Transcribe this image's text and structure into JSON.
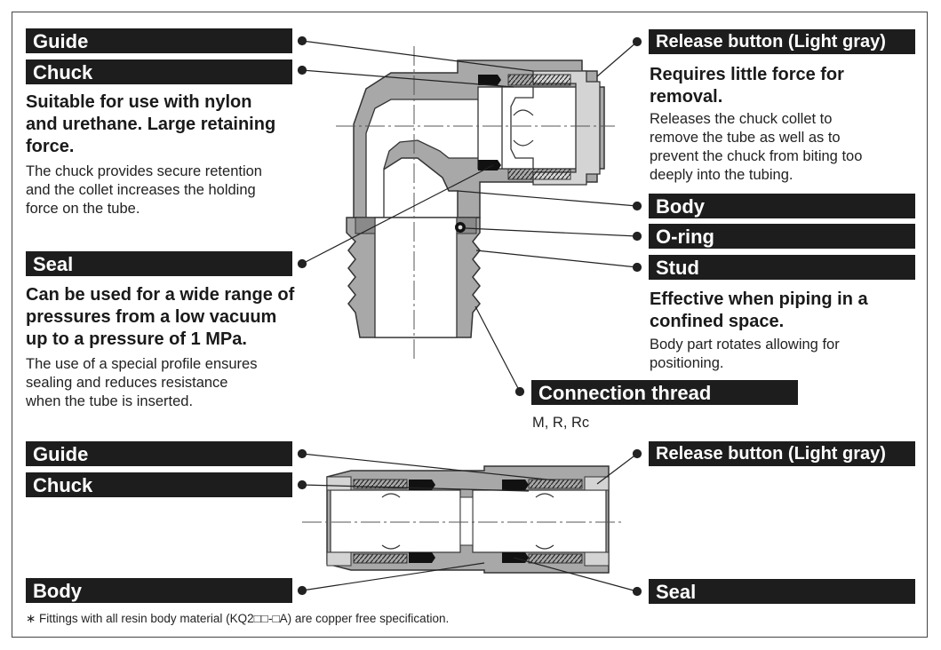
{
  "top": {
    "left": {
      "guide": "Guide",
      "chuck": "Chuck",
      "chuck_head": [
        "Suitable for use with nylon",
        "and urethane. Large retaining",
        "force."
      ],
      "chuck_desc": [
        "The chuck provides secure retention",
        "and the collet increases the holding",
        "force on the tube."
      ],
      "seal": "Seal",
      "seal_head": [
        "Can be used for a wide range of",
        "pressures from a low vacuum",
        "up to a pressure of 1 MPa."
      ],
      "seal_desc": [
        "The use of a special profile ensures",
        "sealing and reduces resistance",
        "when the tube is inserted."
      ]
    },
    "right": {
      "release": "Release button (Light gray)",
      "release_head": [
        "Requires little force for",
        "removal."
      ],
      "release_desc": [
        "Releases the chuck collet to",
        "remove the tube as well as to",
        "prevent the chuck from biting too",
        "deeply into the tubing."
      ],
      "body": "Body",
      "oring": "O-ring",
      "stud": "Stud",
      "stud_head": [
        "Effective when piping in a",
        "confined space."
      ],
      "stud_desc": [
        "Body part rotates allowing for",
        "positioning."
      ],
      "thread": "Connection thread",
      "thread_types": "M, R, Rc"
    }
  },
  "bottom": {
    "guide": "Guide",
    "chuck": "Chuck",
    "body": "Body",
    "release": "Release button (Light gray)",
    "seal": "Seal"
  },
  "footnote": "∗ Fittings with all resin body material (KQ2□□-□A) are copper free specification.",
  "colors": {
    "bar": "#1d1d1d",
    "body_fill": "#a8a8a8",
    "release_fill": "#d4d4d4",
    "seal_fill": "#111111"
  }
}
